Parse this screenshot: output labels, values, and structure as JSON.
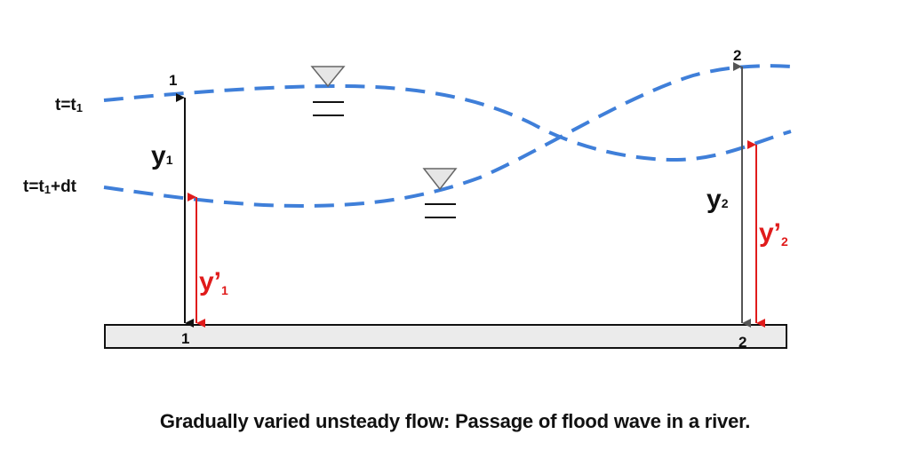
{
  "diagram": {
    "title": "Gradually varied unsteady flow: Passage of flood wave in a river.",
    "time_labels": {
      "t1": {
        "main": "t=t",
        "sub": "1"
      },
      "t1dt": {
        "main": "t=t",
        "sub": "1",
        "suffix": "+dt"
      }
    },
    "sections": [
      {
        "id": "1",
        "top_label": "1",
        "bottom_label": "1"
      },
      {
        "id": "2",
        "top_label": "2",
        "bottom_label": "2"
      }
    ],
    "depths": {
      "y1": {
        "main": "y",
        "sub": "1"
      },
      "y1_prime": {
        "main": "y’",
        "sub": "1"
      },
      "y2": {
        "main": "y",
        "sub": "2"
      },
      "y2_prime": {
        "main": "y’",
        "sub": "2"
      }
    },
    "water_surface_symbol": "water-level-triangle",
    "colors": {
      "water_surface": "#3f7fd9",
      "depth_t1_section1": "#111111",
      "depth_t1_section2": "#555555",
      "depth_t1dt": "#e01b1b",
      "channel_bed_fill": "#ebebeb",
      "symbol_fill": "#e6e6e6"
    }
  }
}
